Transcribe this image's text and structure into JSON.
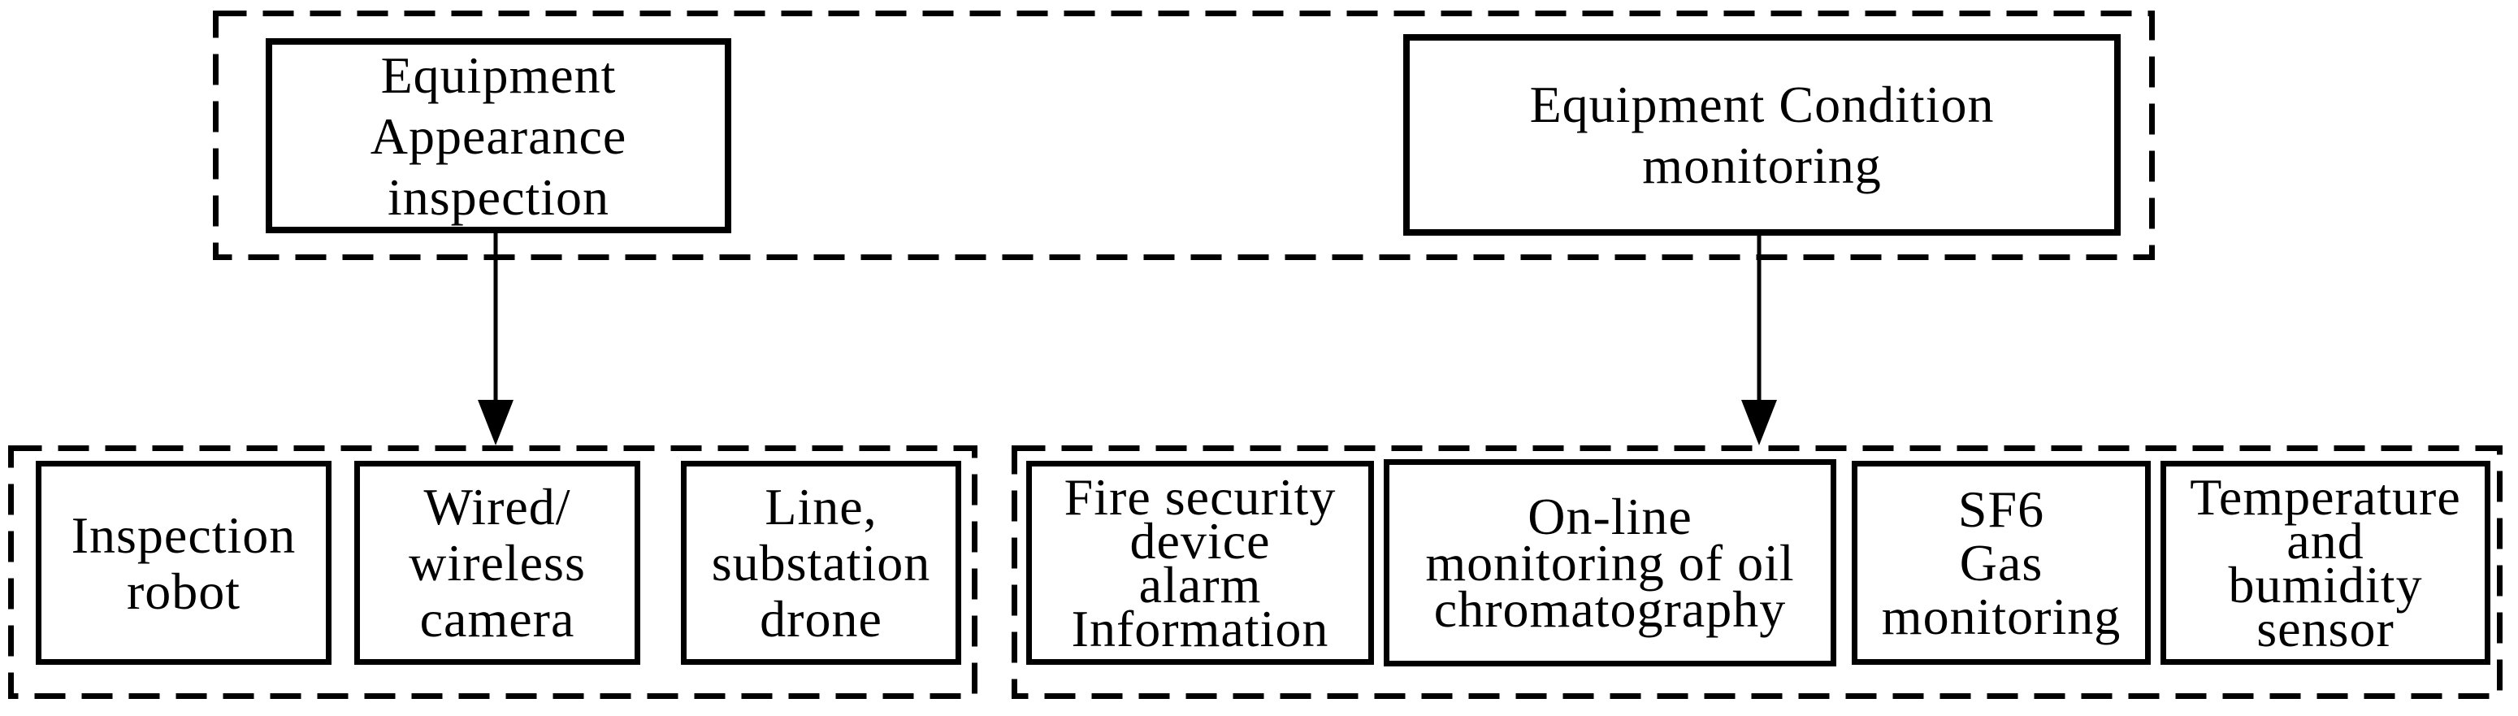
{
  "colors": {
    "ink": "#000000",
    "background": "#ffffff"
  },
  "top_row": {
    "appearance": {
      "label": "Equipment\nAppearance\ninspection"
    },
    "condition": {
      "label": "Equipment Condition\nmonitoring"
    }
  },
  "bottom_row": {
    "appearance_devices": [
      {
        "label": "Inspection\nrobot"
      },
      {
        "label": "Wired/\nwireless\ncamera"
      },
      {
        "label": "Line,\nsubstation\ndrone"
      }
    ],
    "condition_devices": [
      {
        "label": "Fire security\ndevice\nalarm\nInformation"
      },
      {
        "label": "On-line\nmonitoring of oil\nchromatography"
      },
      {
        "label": "SF6\nGas\nmonitoring"
      },
      {
        "label": "Temperature\nand\nbumidity\nsensor"
      }
    ]
  }
}
